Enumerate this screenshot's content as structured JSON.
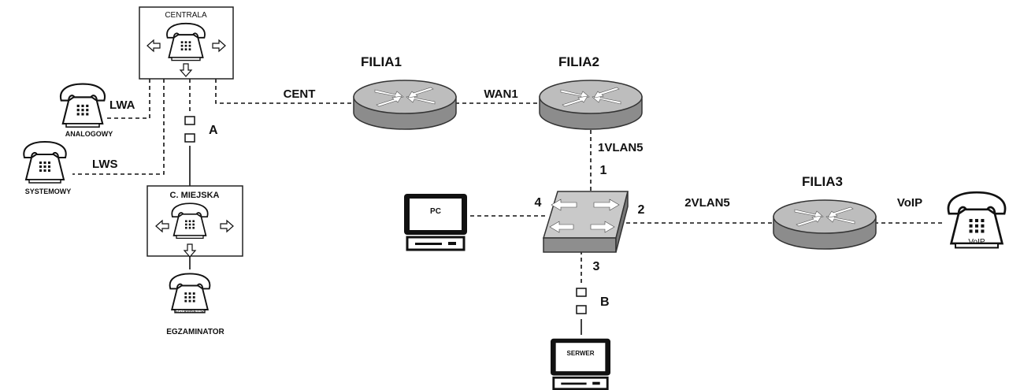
{
  "devices": {
    "centrala": "CENTRALA",
    "miejska": "C. MIEJSKA",
    "analogowy": "ANALOGOWY",
    "systemowy": "SYSTEMOWY",
    "egzaminator": "EGZAMINATOR",
    "egzaminator_small": "EGZAMINATOR",
    "pc": "PC",
    "serwer": "SERWER",
    "voip_phone": "VoIP",
    "filia1": "FILIA1",
    "filia2": "FILIA2",
    "filia3": "FILIA3"
  },
  "links": {
    "lwa": "LWA",
    "lws": "LWS",
    "cent": "CENT",
    "wan1": "WAN1",
    "vlan1": "1VLAN5",
    "vlan2": "2VLAN5",
    "voip": "VoIP"
  },
  "ports": {
    "p1": "1",
    "p2": "2",
    "p3": "3",
    "p4": "4"
  },
  "jacks": {
    "a": "A",
    "b": "B"
  }
}
